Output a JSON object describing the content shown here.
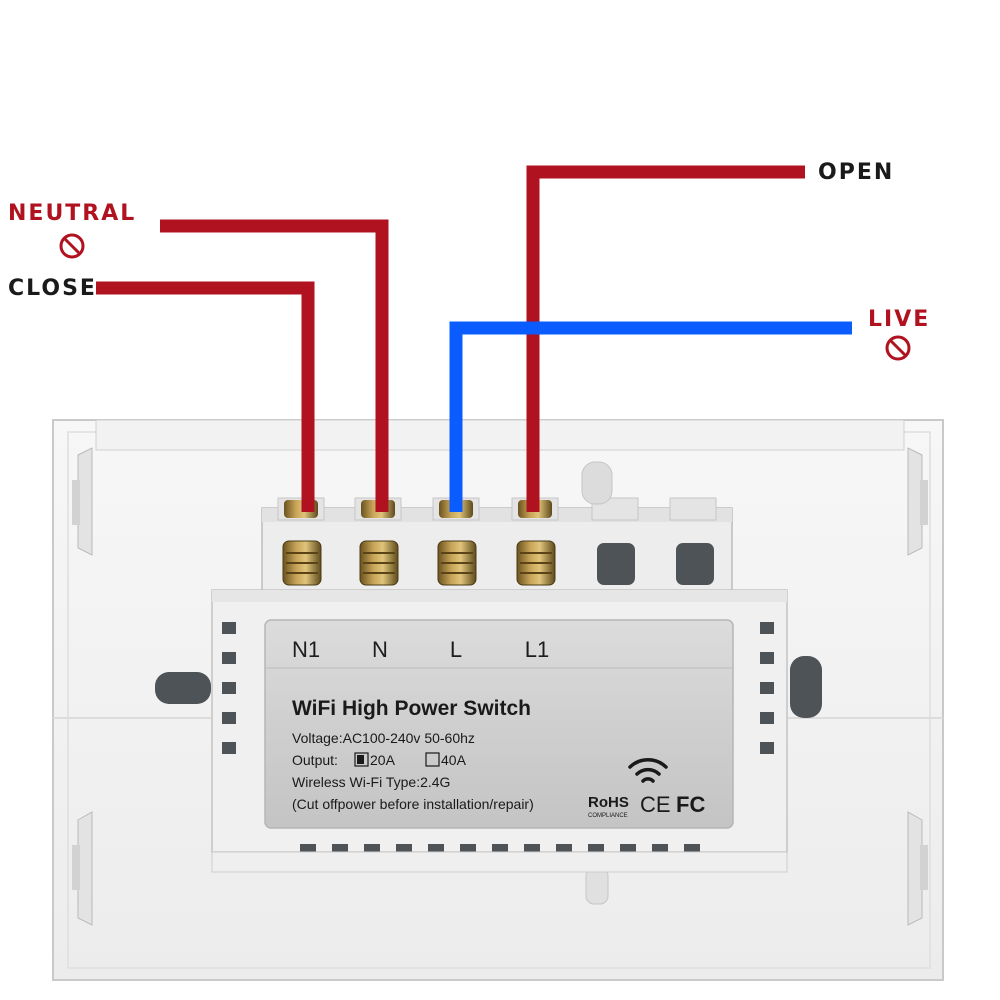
{
  "wires": {
    "neutral_label": "NEUTRAL",
    "close_label": "CLOSE",
    "open_label": "OPEN",
    "live_label": "LIVE",
    "red_color": "#b0121f",
    "blue_color": "#0a5cff",
    "label_red_color": "#b0121f",
    "label_dark_color": "#1a1a1a"
  },
  "terminals": {
    "labels": [
      "N1",
      "N",
      "L",
      "L1"
    ]
  },
  "device_label": {
    "title": "WiFi High Power Switch",
    "voltage": "Voltage:AC100-240v 50-60hz",
    "output_prefix": "Output:",
    "output_option_1": "20A",
    "output_option_2": "40A",
    "wireless": "Wireless Wi-Fi Type:2.4G",
    "warning": "(Cut offpower before installation/repair)",
    "rohs": "RoHS",
    "rohs_sub": "COMPLIANCE",
    "ce": "CE",
    "fc": "FC"
  },
  "icons": [
    "no-symbol-icon",
    "wifi-icon",
    "checkbox-icon"
  ]
}
